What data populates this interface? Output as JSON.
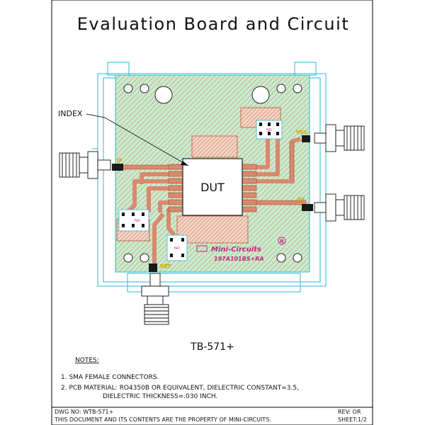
{
  "title": "Evaluation Board and Circuit",
  "board": {
    "index_label": "INDEX",
    "dut_label": "DUT",
    "brand": "Mini-Circuits",
    "registered_mark": "R",
    "part_code": "197A101BS+RA",
    "pin_labels": {
      "if": "IF",
      "rf": "RF",
      "vcc": "VCC",
      "ret": "RET"
    },
    "component_labels": [
      "NO",
      "NO",
      "NO"
    ]
  },
  "model": "TB-571+",
  "notes": {
    "heading": "NOTES:",
    "items": [
      "1.  SMA FEMALE CONNECTORS.",
      "2.  PCB MATERIAL: RO4350B OR EQUIVALENT, DIELECTRIC CONSTANT=3.5,",
      "DIELECTRIC THICKNESS=.030 INCH."
    ]
  },
  "footer": {
    "dwg_no": "DWG NO: WTB-571+",
    "rev": "REV: OR",
    "property": "THIS DOCUMENT AND ITS CONTENTS ARE THE PROPERTY OF MINI-CIRCUITS.",
    "sheet": "SHEET:1/2"
  },
  "colors": {
    "outline": "#2fb8d0",
    "pcb_fill": "#c4eed0",
    "pcb_hatch": "#e08a6a",
    "trace": "#d9896e",
    "pin_pad": "#1a1a1a",
    "label_yellow": "#f2d200",
    "brand_magenta": "#c2267a"
  }
}
